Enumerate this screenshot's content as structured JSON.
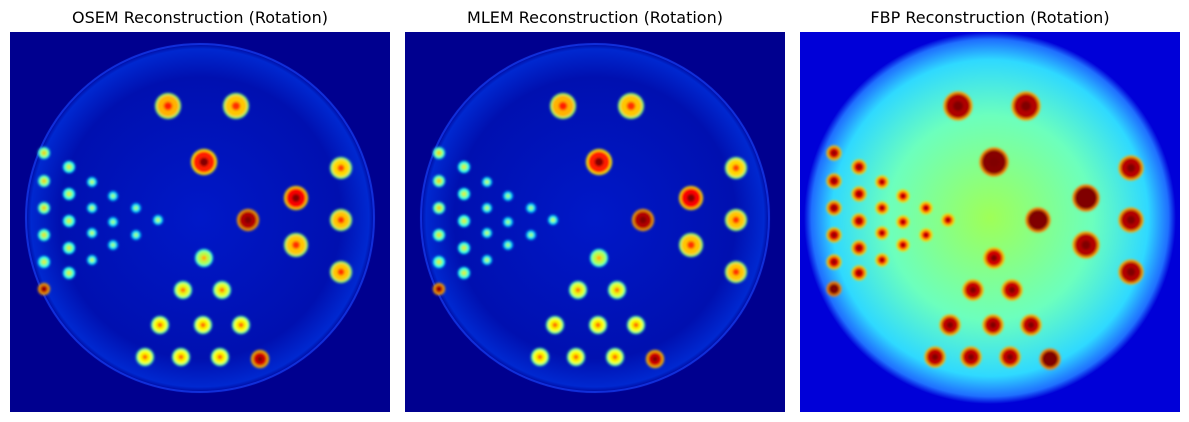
{
  "panels": [
    {
      "title": "OSEM Reconstruction (Rotation)",
      "colormap": "jet",
      "style": "iterative",
      "background": "#00008f"
    },
    {
      "title": "MLEM Reconstruction (Rotation)",
      "colormap": "jet",
      "style": "iterative",
      "background": "#00008f"
    },
    {
      "title": "FBP Reconstruction (Rotation)",
      "colormap": "jet",
      "style": "fbp",
      "background": "#0000d8"
    }
  ]
}
